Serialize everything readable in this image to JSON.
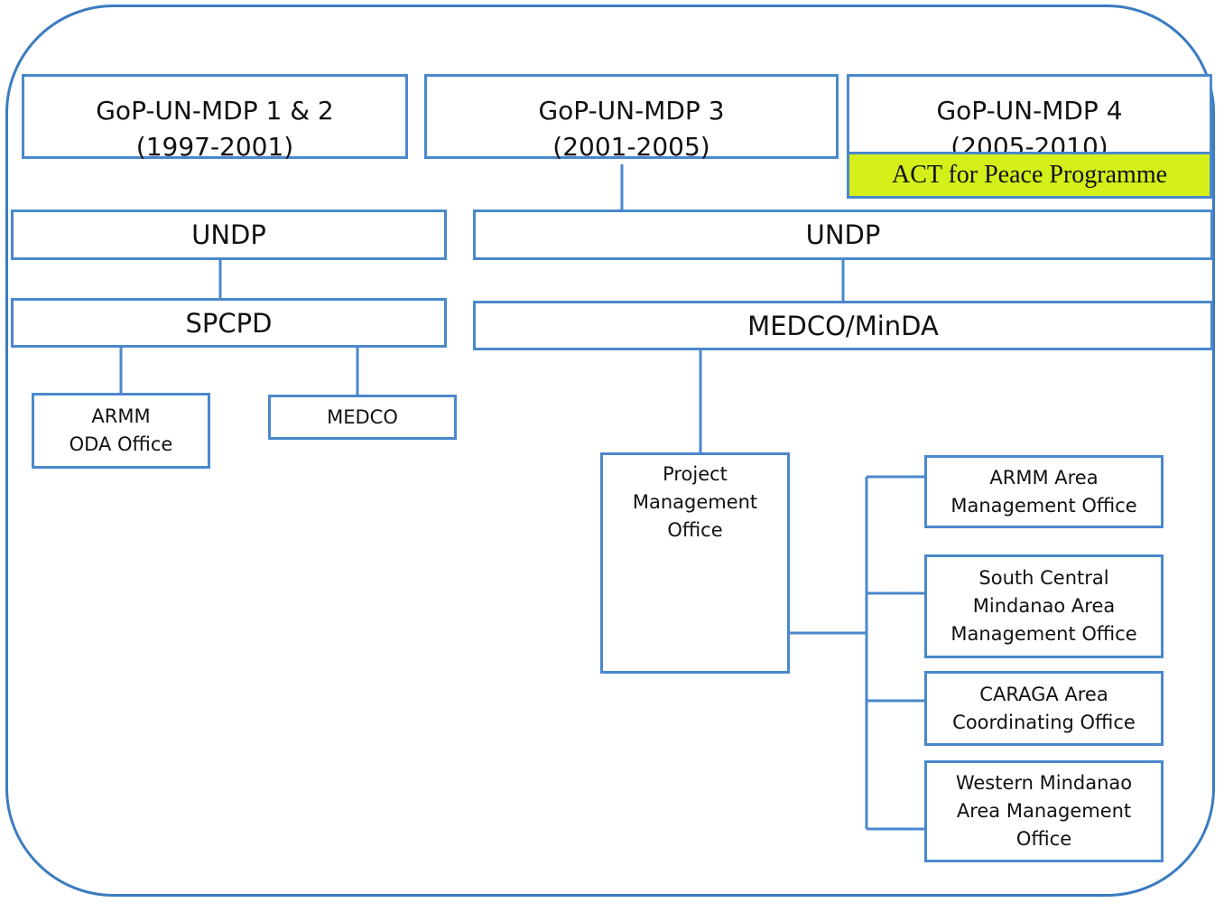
{
  "phases": [
    {
      "name": "GoP-UN-MDP 1 & 2",
      "years": "(1997-2001)"
    },
    {
      "name": "GoP-UN-MDP 3",
      "years": "(2001-2005)"
    },
    {
      "name": "GoP-UN-MDP 4",
      "years": "(2005-2010)"
    }
  ],
  "act_programme": "ACT for Peace Programme",
  "left": {
    "undp": "UNDP",
    "spcpd": "SPCPD",
    "armm_oda": [
      "ARMM",
      "ODA Office"
    ],
    "medco": "MEDCO"
  },
  "right": {
    "undp": "UNDP",
    "medco_minda": "MEDCO/MinDA",
    "pmo": [
      "Project",
      "Management",
      "Office"
    ],
    "area_offices": [
      [
        "ARMM Area",
        "Management Office"
      ],
      [
        "South Central",
        "Mindanao Area",
        "Management Office"
      ],
      [
        "CARAGA Area",
        "Coordinating Office"
      ],
      [
        "Western Mindanao",
        "Area Management",
        "Office"
      ]
    ]
  },
  "colors": {
    "border": "#4a88cc",
    "frame": "#3b7bc0",
    "highlight": "#d5ef1b"
  }
}
